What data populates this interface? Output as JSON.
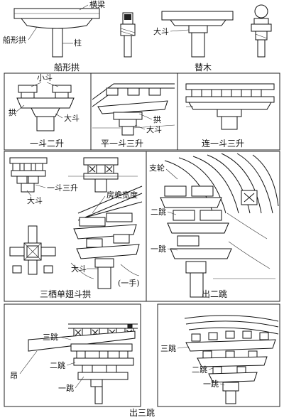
{
  "panels": {
    "boat_bracket": {
      "caption": "船形拱",
      "labels": {
        "beam": "横梁",
        "bracket": "船形拱",
        "column": "柱"
      }
    },
    "timu": {
      "caption": "替木",
      "labels": {
        "big_dou": "大斗"
      }
    },
    "yidou_ersheng": {
      "caption": "一斗二升",
      "labels": {
        "small_dou": "小斗",
        "gong": "拱",
        "big_dou": "大斗"
      }
    },
    "ping_yidou_sansheng": {
      "caption": "平一斗三升",
      "labels": {
        "gong": "拱",
        "big_dou": "大斗"
      }
    },
    "lian_yidou_sansheng": {
      "caption": "连一斗三升"
    },
    "sanqi": {
      "caption": "三栖单翅斗拱",
      "labels": {
        "yidou_sansheng": "一斗三升",
        "big_dou": "大斗",
        "eave_width": "房檐宽度",
        "big_dou_2": "大斗",
        "one_hand": "(一手)"
      }
    },
    "chu_ertiao": {
      "caption": "出二跳",
      "labels": {
        "zhilun": "支轮",
        "ertiao": "二跳",
        "yitiao": "一跳"
      }
    },
    "chu_santiao": {
      "caption": "出三跳",
      "labels_left": {
        "santiao": "三跳",
        "ang": "昂",
        "ertiao": "二跳",
        "yitiao": "一跳"
      },
      "labels_right": {
        "santiao": "三跳",
        "ertiao": "二跳",
        "yitiao": "一跳"
      }
    }
  }
}
